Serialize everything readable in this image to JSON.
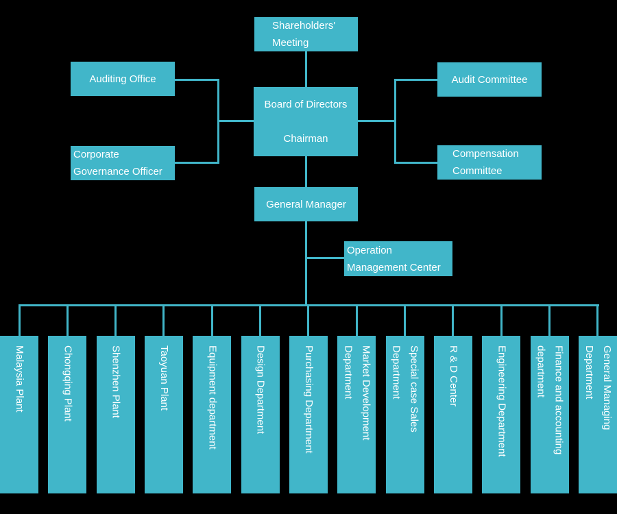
{
  "chart": {
    "background": "#000000",
    "accent": "#41b6c9",
    "text_color": "#ffffff"
  },
  "org": {
    "shareholders_meeting": "Shareholders' Meeting",
    "board_of_directors": "Board of Directors",
    "chairman": "Chairman",
    "auditing_office": "Auditing Office",
    "corporate_governance_officer": "Corporate Governance Officer",
    "audit_committee": "Audit Committee",
    "compensation_committee": "Compensation Committee",
    "general_manager": "General Manager",
    "operation_management_center": "Operation Management Center"
  },
  "departments": [
    "Malaysia Plant",
    "Chongqing Plant",
    "Shenzhen Plant",
    "Taoyuan Plant",
    "Equipment department",
    "Design Department",
    "Purchasing Department",
    "Market Development Department",
    "Special case Sales Department",
    "R & D Center",
    "Engineering Department",
    "Finance and accounting department",
    "General Managing Department"
  ]
}
